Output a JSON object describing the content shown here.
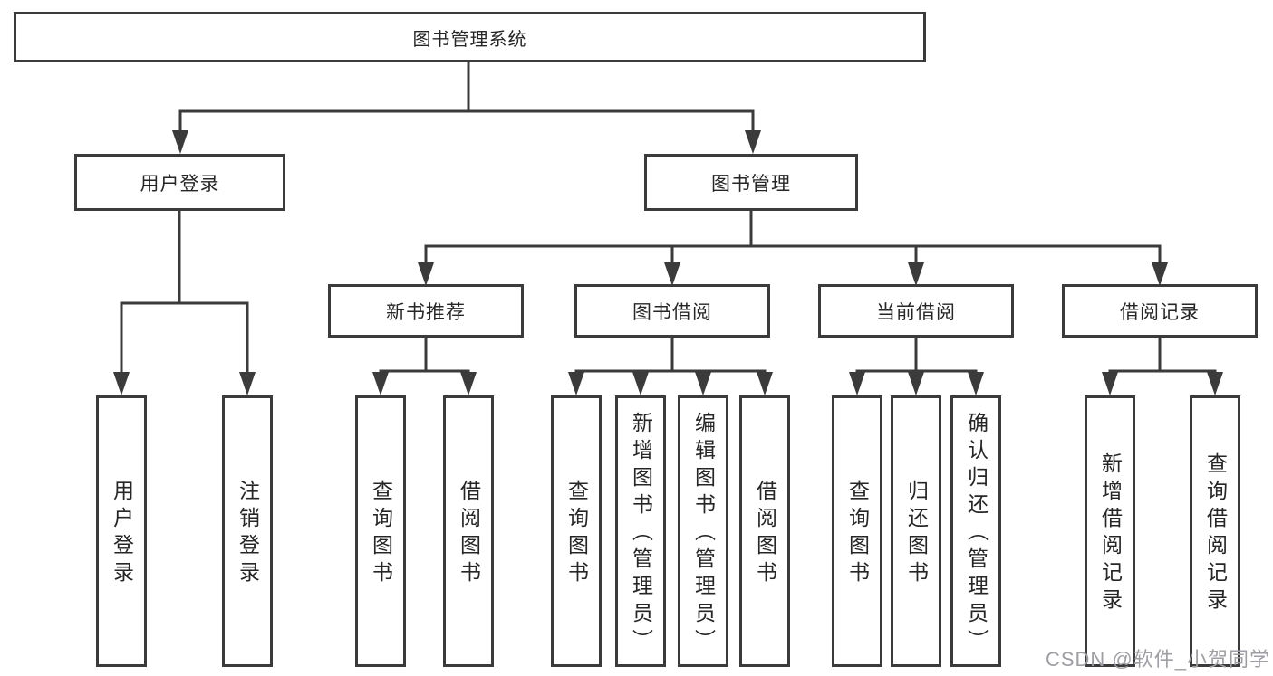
{
  "tree": {
    "label": "图书管理系统",
    "children": [
      {
        "label": "用户登录",
        "children": [
          {
            "label": "用户登录"
          },
          {
            "label": "注销登录"
          }
        ]
      },
      {
        "label": "图书管理",
        "children": [
          {
            "label": "新书推荐",
            "children": [
              {
                "label": "查询图书"
              },
              {
                "label": "借阅图书"
              }
            ]
          },
          {
            "label": "图书借阅",
            "children": [
              {
                "label": "查询图书"
              },
              {
                "label": "新增图书（管理员）"
              },
              {
                "label": "编辑图书（管理员）"
              },
              {
                "label": "借阅图书"
              }
            ]
          },
          {
            "label": "当前借阅",
            "children": [
              {
                "label": "查询图书"
              },
              {
                "label": "归还图书"
              },
              {
                "label": "确认归还（管理员）"
              }
            ]
          },
          {
            "label": "借阅记录",
            "children": [
              {
                "label": "新增借阅记录"
              },
              {
                "label": "查询借阅记录"
              }
            ]
          }
        ]
      }
    ]
  },
  "watermark": {
    "text": "CSDN @软件_小贺同学"
  },
  "colors": {
    "line": "#3b3b3b",
    "box_border": "#3b3b3b",
    "text": "#262626",
    "watermark": "#9e9ea4",
    "background": "#ffffff"
  }
}
